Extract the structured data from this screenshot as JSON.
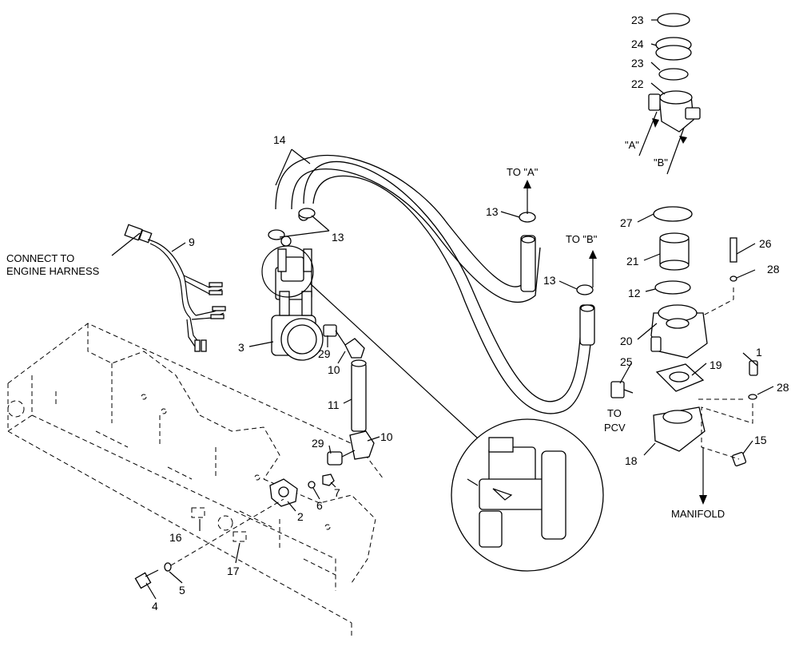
{
  "callouts": {
    "n1": "1",
    "n2": "2",
    "n3": "3",
    "n4": "4",
    "n5": "5",
    "n6": "6",
    "n7": "7",
    "n9": "9",
    "n10a": "10",
    "n10b": "10",
    "n11": "11",
    "n12": "12",
    "n13a": "13",
    "n13b": "13",
    "n13c": "13",
    "n14": "14",
    "n15": "15",
    "n16": "16",
    "n17": "17",
    "n18": "18",
    "n19": "19",
    "n20": "20",
    "n21": "21",
    "n22": "22",
    "n23a": "23",
    "n23b": "23",
    "n24": "24",
    "n25": "25",
    "n26": "26",
    "n27": "27",
    "n28a": "28",
    "n28b": "28",
    "n29a": "29",
    "n29b": "29"
  },
  "notes": {
    "connect_line1": "CONNECT TO",
    "connect_line2": "ENGINE HARNESS",
    "to_a": "TO \"A\"",
    "to_b": "TO \"B\"",
    "port_a": "\"A\"",
    "port_b": "\"B\"",
    "to_pcv_line1": "TO",
    "to_pcv_line2": "PCV",
    "manifold": "MANIFOLD"
  }
}
